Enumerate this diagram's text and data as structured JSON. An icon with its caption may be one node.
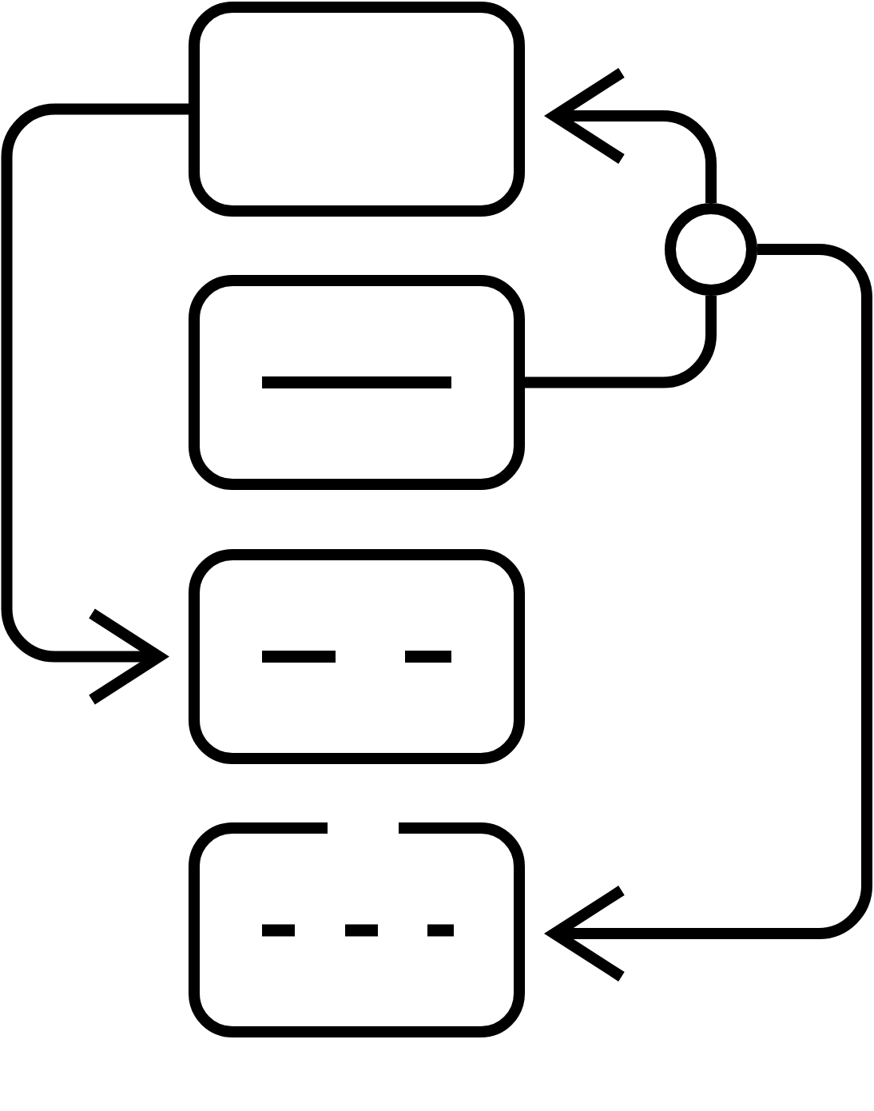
{
  "diagram": {
    "nodes": [
      {
        "text": [],
        "shape": "box"
      },
      {
        "text": [],
        "shape": "box"
      },
      {
        "text": [],
        "shape": "box"
      },
      {
        "text": [],
        "shape": "box"
      },
      {
        "text": [],
        "shape": "circle"
      }
    ],
    "edges": [
      {
        "from": 0,
        "to": 2,
        "arrow": "to"
      },
      {
        "from": 1,
        "to": 4,
        "arrow": "none"
      },
      {
        "from": 4,
        "to": 0,
        "arrow": "to"
      },
      {
        "from": 4,
        "to": 3,
        "arrow": "to"
      }
    ]
  }
}
